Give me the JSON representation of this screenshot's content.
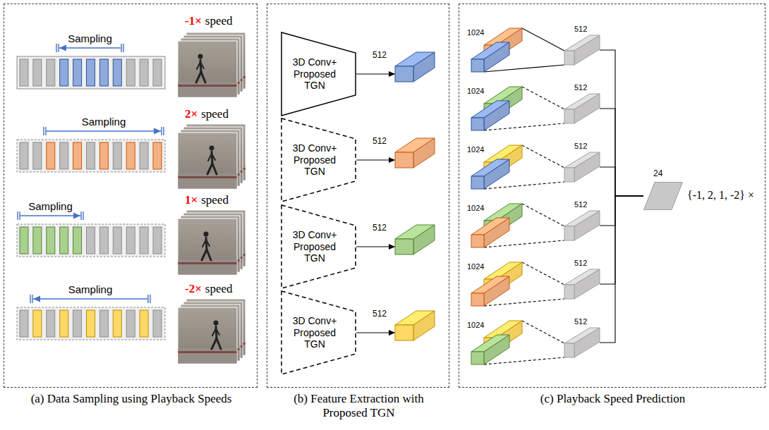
{
  "diagram": {
    "nodes": [
      {
        "text": [
          "(a) Data Sampling using Playback Speeds"
        ]
      },
      {
        "text": [
          "(b) Feature Extraction with Proposed TGN"
        ]
      },
      {
        "text": [
          "3D Conv+ Proposed TGN"
        ],
        "in": 1
      },
      {
        "text": [
          "512"
        ],
        "in": 1
      },
      {
        "text": [
          "3D Conv+ Proposed TGN"
        ],
        "in": 1
      },
      {
        "text": [
          "512"
        ],
        "in": 1
      },
      {
        "text": [
          "3D Conv+ Proposed TGN"
        ],
        "in": 1
      },
      {
        "text": [
          "512"
        ],
        "in": 1
      },
      {
        "text": [
          "3D Conv+ Proposed TGN"
        ],
        "in": 1
      },
      {
        "text": [
          "512"
        ],
        "in": 1
      },
      {
        "text": [
          "(c) Playback Speed Prediction"
        ]
      },
      {
        "text": [
          "1024"
        ],
        "in": 10
      },
      {
        "text": [
          "512"
        ],
        "in": 10
      },
      {
        "text": [
          "1024"
        ],
        "in": 10
      },
      {
        "text": [
          "512"
        ],
        "in": 10
      },
      {
        "text": [
          "1024"
        ],
        "in": 10
      },
      {
        "text": [
          "512"
        ],
        "in": 10
      },
      {
        "text": [
          "1024"
        ],
        "in": 10
      },
      {
        "text": [
          "512"
        ],
        "in": 10
      },
      {
        "text": [
          "1024"
        ],
        "in": 10
      },
      {
        "text": [
          "512"
        ],
        "in": 10
      },
      {
        "text": [
          "1024"
        ],
        "in": 10
      },
      {
        "text": [
          "512"
        ],
        "in": 10
      },
      {
        "text": [
          "24"
        ],
        "in": 10
      }
    ],
    "edges": [
      {
        "from": 2,
        "to": 3,
        "arrow": "to"
      },
      {
        "from": 4,
        "to": 5,
        "arrow": "to"
      },
      {
        "from": 6,
        "to": 7,
        "arrow": "to"
      },
      {
        "from": 8,
        "to": 9,
        "arrow": "to"
      },
      {
        "from": 11,
        "to": 12,
        "arrow": "none"
      },
      {
        "from": 13,
        "to": 14,
        "arrow": "none"
      },
      {
        "from": 15,
        "to": 16,
        "arrow": "none"
      },
      {
        "from": 17,
        "to": 18,
        "arrow": "none"
      },
      {
        "from": 19,
        "to": 20,
        "arrow": "none"
      },
      {
        "from": 21,
        "to": 22,
        "arrow": "none"
      },
      {
        "from": 12,
        "to": 23,
        "arrow": "none"
      },
      {
        "from": 14,
        "to": 23,
        "arrow": "none"
      },
      {
        "from": 16,
        "to": 23,
        "arrow": "none"
      },
      {
        "from": 18,
        "to": 23,
        "arrow": "none"
      },
      {
        "from": 20,
        "to": 23,
        "arrow": "none"
      },
      {
        "from": 22,
        "to": 23,
        "arrow": "none"
      }
    ],
    "labels": [
      "Sampling",
      "-1×",
      "speed",
      "Sampling",
      "2×",
      "speed",
      "Sampling",
      "1×",
      "speed",
      "Sampling",
      "-2×",
      "speed",
      "{-1, 2, 1, -2} ×"
    ]
  }
}
